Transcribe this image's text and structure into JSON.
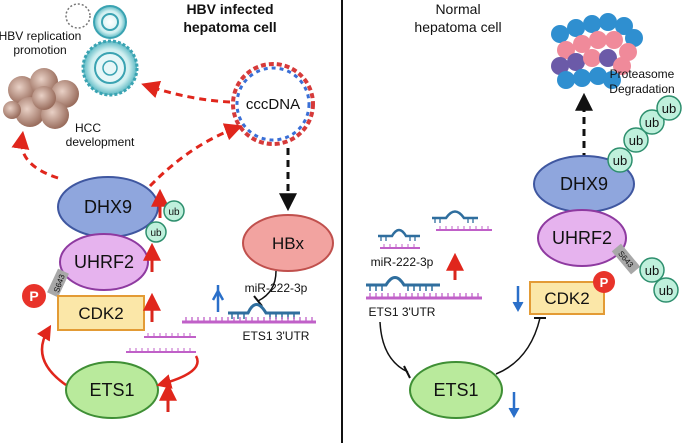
{
  "left_panel": {
    "title_line1": "HBV infected",
    "title_line2": "hepatoma cell",
    "hbv_replication_line1": "HBV replication",
    "hbv_replication_line2": "promotion",
    "hcc_line1": "HCC",
    "hcc_line2": "development",
    "cccdna": "cccDNA",
    "hbx": "HBx",
    "dhx9": "DHX9",
    "uhrf2": "UHRF2",
    "cdk2": "CDK2",
    "ets1": "ETS1",
    "ub1": "ub",
    "ub2": "ub",
    "phospho": "P",
    "site": "S643",
    "mirna": "miR-222-3p",
    "utr": "ETS1 3'UTR"
  },
  "right_panel": {
    "title_line1": "Normal",
    "title_line2": "hepatoma cell",
    "proteasome_line1": "Proteasome",
    "proteasome_line2": "Degradation",
    "dhx9": "DHX9",
    "uhrf2": "UHRF2",
    "cdk2": "CDK2",
    "ets1": "ETS1",
    "phospho": "P",
    "site": "S643",
    "mirna": "miR-222-3p",
    "utr": "ETS1 3'UTR",
    "ub_labels": [
      "ub",
      "ub",
      "ub",
      "ub",
      "ub",
      "ub"
    ]
  },
  "colors": {
    "dhx9": "#8fa6dd",
    "uhrf2": "#e6b3ee",
    "cdk2": "#fbe7a8",
    "ets1": "#b9ea9c",
    "hbx": "#f2a3a0",
    "ub": "#bff0dc",
    "phospho": "#e8332a",
    "up_arrow": "#d9261c",
    "down_arrow": "#2a6fc9",
    "mrna": "#c060c8",
    "mirna": "#2f6e9e"
  }
}
